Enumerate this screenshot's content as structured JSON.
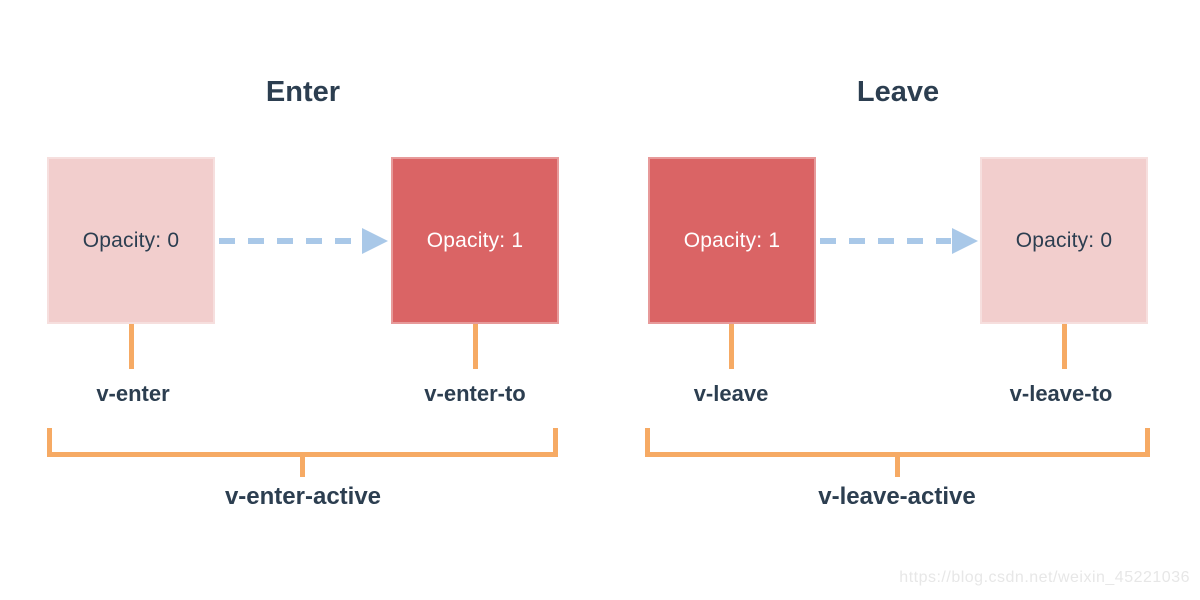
{
  "panels": [
    {
      "title": "Enter",
      "from_box_label": "Opacity: 0",
      "to_box_label": "Opacity: 1",
      "from_class_label": "v-enter",
      "to_class_label": "v-enter-to",
      "active_class_label": "v-enter-active"
    },
    {
      "title": "Leave",
      "from_box_label": "Opacity: 1",
      "to_box_label": "Opacity: 0",
      "from_class_label": "v-leave",
      "to_class_label": "v-leave-to",
      "active_class_label": "v-leave-active"
    }
  ],
  "watermark": "https://blog.csdn.net/weixin_45221036",
  "colors": {
    "heading_text": "#2c3e50",
    "box_light": "#f2cecd",
    "box_solid": "#da6465",
    "box_text_light": "#2c3e50",
    "box_text_solid": "#ffffff",
    "connector_orange": "#f6aa64",
    "arrow_blue": "#a9c8e8",
    "watermark_gray": "#e7e7e7",
    "background": "#ffffff"
  }
}
